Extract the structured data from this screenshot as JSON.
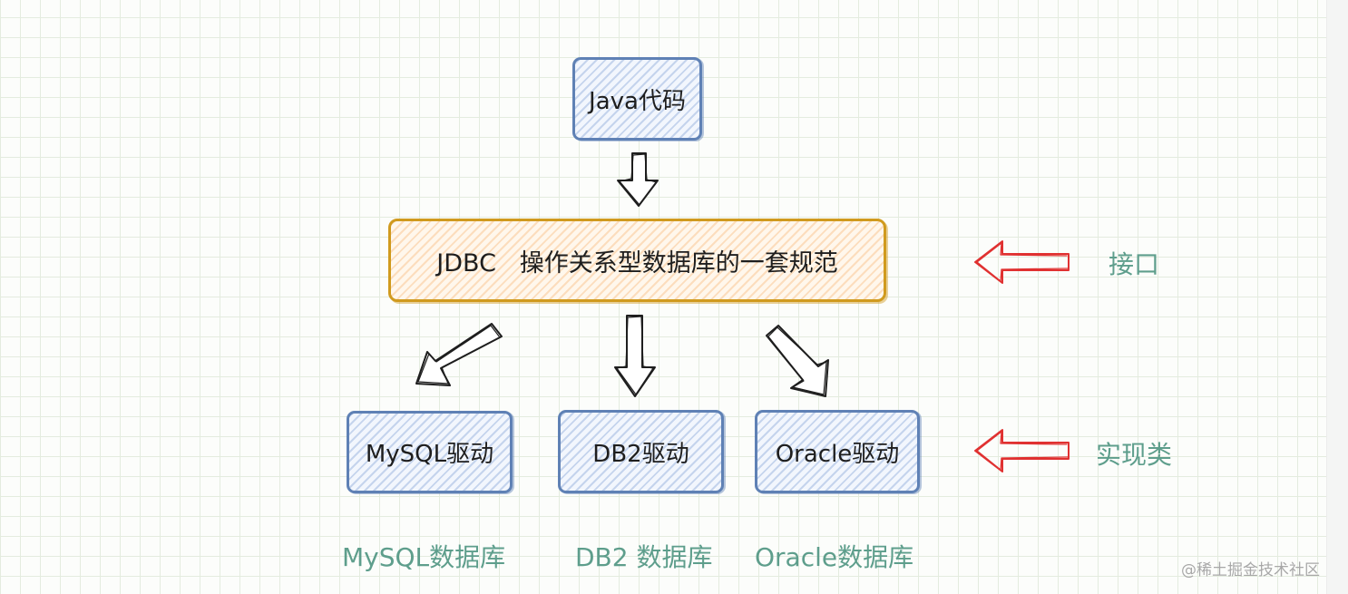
{
  "diagram": {
    "top_node": {
      "label": "Java代码"
    },
    "interface_node": {
      "label": "JDBC   操作关系型数据库的一套规范"
    },
    "drivers": [
      {
        "label": "MySQL驱动"
      },
      {
        "label": "DB2驱动"
      },
      {
        "label": "Oracle驱动"
      }
    ],
    "databases": [
      {
        "label": "MySQL数据库"
      },
      {
        "label": "DB2 数据库"
      },
      {
        "label": "Oracle数据库"
      }
    ],
    "side_labels": {
      "interface": "接口",
      "implementation": "实现类"
    },
    "colors": {
      "node_border_blue": "#5f81b5",
      "node_border_orange": "#d09a1e",
      "caption_green": "#5e9e8c",
      "side_arrow_red": "#e03131",
      "flow_arrow": "#1e1e1e"
    }
  },
  "watermark": "@稀土掘金技术社区"
}
